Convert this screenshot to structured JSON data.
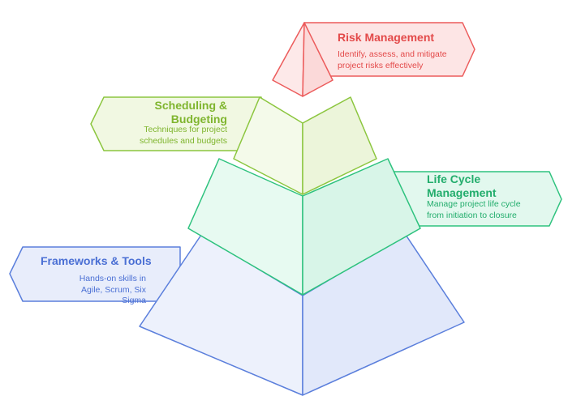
{
  "levels": [
    {
      "id": "frameworks",
      "title": "Frameworks & Tools",
      "description": "Hands-on skills in Agile, Scrum, Six Sigma",
      "color": "#5b7fdc",
      "fill": "#e8edfb",
      "side": "left"
    },
    {
      "id": "lifecycle",
      "title": "Life Cycle Management",
      "description": "Manage project life cycle from initiation to closure",
      "color": "#2ec27e",
      "fill": "#e2f8ee",
      "side": "right"
    },
    {
      "id": "scheduling",
      "title": "Scheduling & Budgeting",
      "description": "Techniques for project schedules and budgets",
      "color": "#8cc63f",
      "fill": "#f1f8e2",
      "side": "left"
    },
    {
      "id": "risk",
      "title": "Risk Management",
      "description": "Identify, assess, and mitigate project risks effectively",
      "color": "#ec5b5b",
      "fill": "#fde5e5",
      "side": "right"
    }
  ]
}
